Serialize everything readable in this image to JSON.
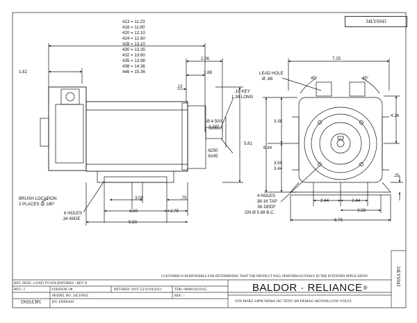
{
  "part_number": "34LY6943",
  "side_view": {
    "length_table": [
      "413 = 11.23",
      "416 = 11.60",
      "420 = 12.10",
      "424 = 12.60",
      "428 = 13.10",
      "430 = 13.35",
      "432 = 13.60",
      "435 = 13.98",
      "438 = 14.36",
      "446 = 15.36"
    ],
    "dim_182": "1.82",
    "dim_206": "2.06",
    "dim_188": "1.88",
    "dim_13": ".13",
    "key_label": [
      ".19 KEY",
      "1.38 LONG"
    ],
    "shaft_dia": [
      "Ø 4.500",
      "4.497"
    ],
    "shaft_small": [
      ".6250",
      ".6245"
    ],
    "dim_581": "5.81",
    "dim_300": "3.00",
    "dim_75": ".75",
    "dim_400": "4.00",
    "dim_275": "2.75",
    "dim_550": "5.50",
    "brush_label": [
      "BRUSH LOCATION",
      "2 PLACES @ 180°"
    ],
    "holes_label": [
      "6 HOLES",
      ".34 WIDE"
    ]
  },
  "end_view": {
    "dim_725": "7.25",
    "lead_hole": [
      "LEAD HOLE",
      "Ø .88"
    ],
    "angle_left": "45°",
    "angle_right": "45°",
    "dim_426": "4.26",
    "dim_338": "3.38",
    "dim_634": "6.34",
    "dim_350": [
      "3.50",
      "3.44"
    ],
    "dim_25": ".25",
    "holes_label": [
      "4 HOLES",
      ".38-16 TAP",
      ".56 DEEP",
      "ON Ø 5.88 B.C."
    ],
    "dim_244a": "2.44",
    "dim_244b": "2.44",
    "dim_338b": "3.38",
    "dim_675": "6.75"
  },
  "title_block": {
    "disclaimer": "CUSTOMER IS RESPONSIBLE FOR DETERMINING THAT THE PRODUCT WILL PERFORM SUITABLY IN THE INTENDED APPLICATION",
    "rev_desc": "REV. DESC: LOAD TO SOLIDWORKS - REV II",
    "rev": "REV.: J",
    "version": "VERSION: 08",
    "revised": "REVISED: 10:07:54 01/04/2023",
    "tdr": "TDR: 0000012011165",
    "model": "MODEL NO. 34LY6943",
    "ref": "REF.: -",
    "by": "BY:    ENFRAJ0",
    "flip_part": "34LY6943",
    "brand": "BALDOR · RELIANCE",
    "brand_mark": "®",
    "description": "STD HORZ 34PM NEMA 56C TENV (HI DEMAG MOTOR) LOW VOLTS",
    "side_part": "34LY6943"
  }
}
